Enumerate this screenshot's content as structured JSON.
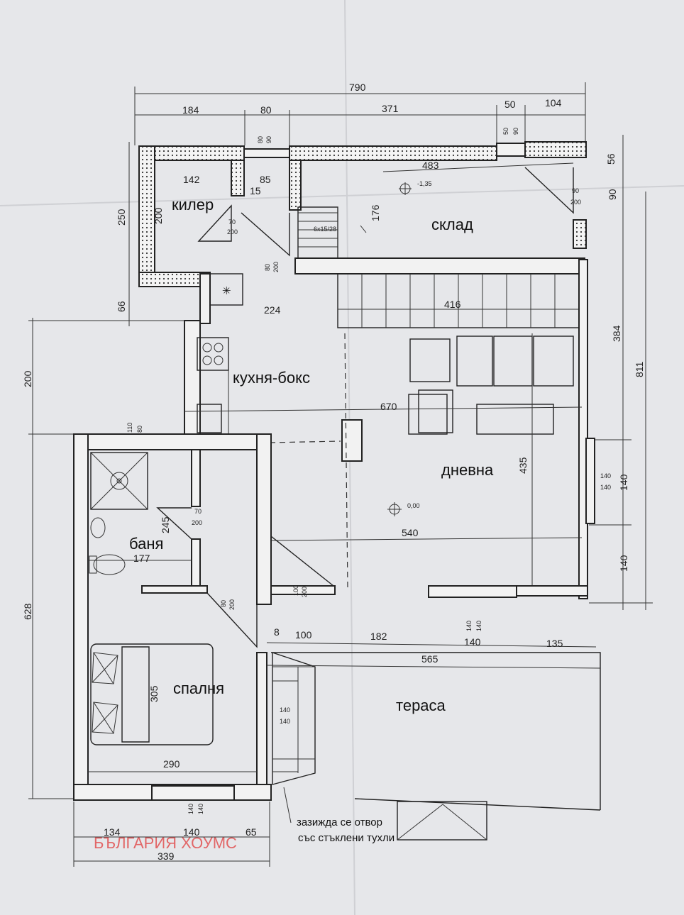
{
  "rooms": {
    "kiler": "килер",
    "sklad": "склад",
    "kuhnya": "кухня-бокс",
    "dnevna": "дневна",
    "banya": "баня",
    "spalnya": "спалня",
    "terasa": "тераса"
  },
  "dimensions": {
    "total_width": "790",
    "top_184": "184",
    "top_80": "80",
    "top_371": "371",
    "top_50": "50",
    "top_104": "104",
    "d_142": "142",
    "d_85": "85",
    "d_15": "15",
    "d_483": "483",
    "d_250": "250",
    "d_200v": "200",
    "d_176": "176",
    "d_56": "56",
    "d_90": "90",
    "d_66": "66",
    "d_224": "224",
    "d_416": "416",
    "d_384": "384",
    "d_811": "811",
    "d_200_left": "200",
    "d_670": "670",
    "d_435": "435",
    "d_140_r1": "140",
    "d_140_r2": "140",
    "d_540": "540",
    "d_245": "245",
    "d_177": "177",
    "d_628": "628",
    "d_8": "8",
    "d_100": "100",
    "d_182": "182",
    "d_140_b": "140",
    "d_135": "135",
    "d_565": "565",
    "d_305": "305",
    "d_290": "290",
    "d_134": "134",
    "d_140_bot": "140",
    "d_65": "65",
    "d_339": "339"
  },
  "small_labels": {
    "w80": "80",
    "w90": "90",
    "w50": "50",
    "w90b": "90",
    "d70": "70",
    "d200": "200",
    "d80": "80",
    "d200b": "200",
    "r90": "90",
    "r200": "200",
    "stairs": "6x15/28",
    "level_top": "-1,35",
    "level_main": "0,00",
    "w110": "110",
    "w80b": "80",
    "d70b": "70",
    "d200c": "200",
    "d80b": "80",
    "d200d": "200",
    "w140a": "140",
    "w140b": "140",
    "d100": "100",
    "d200e": "200",
    "w140c": "140",
    "w140d": "140",
    "w140e": "140",
    "w140f": "140",
    "w140g": "140",
    "w140h": "140"
  },
  "notes": {
    "line1": "зазижда се отвор",
    "line2": "със стъклени тухли"
  },
  "watermark": "БЪЛГАРИЯ ХОУМС",
  "colors": {
    "paper": "#e6e7ea",
    "ink": "#222222",
    "watermark": "#e03b3b"
  }
}
